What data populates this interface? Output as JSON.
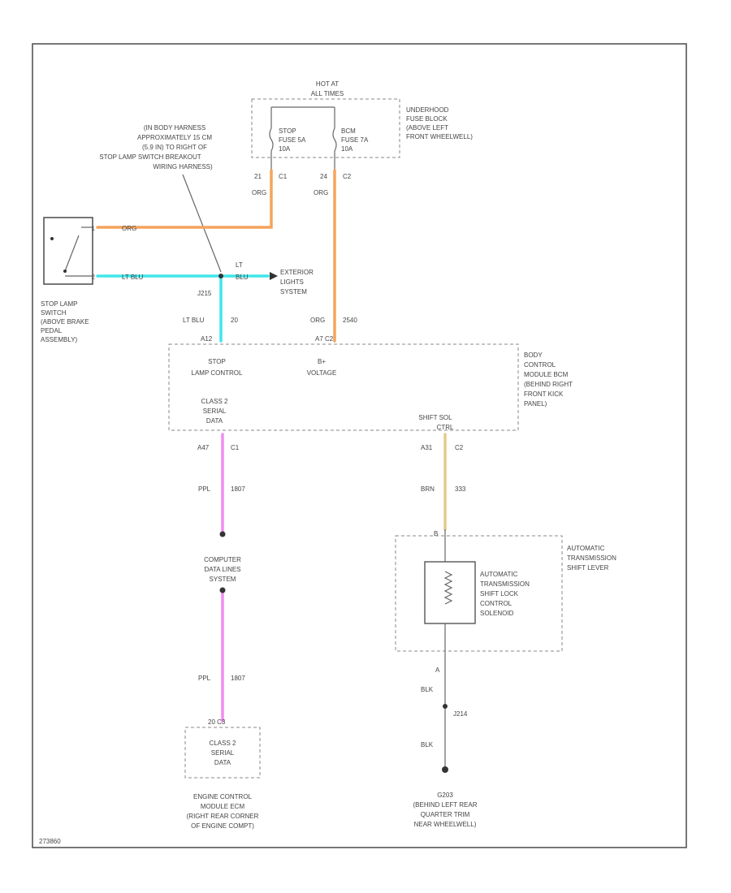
{
  "colors": {
    "orange_wire": "#f5a35c",
    "lt_blue_wire": "#3fe6ea",
    "purple_wire": "#f08cf0",
    "brown_wire": "#e2cc8c",
    "black_wire": "#555555"
  },
  "fuse_block": {
    "hot_at": "HOT AT",
    "all_times": "ALL TIMES",
    "name": [
      "UNDERHOOD",
      "FUSE BLOCK",
      "(ABOVE LEFT",
      "FRONT WHEELWELL)"
    ],
    "fuse1": [
      "STOP",
      "FUSE 5A",
      "10A"
    ],
    "fuse2": [
      "BCM",
      "FUSE 7A",
      "10A"
    ]
  },
  "splice_note": [
    "(IN BODY HARNESS",
    "APPROXIMATELY 15 CM",
    "(5.9 IN) TO RIGHT OF",
    "STOP LAMP SWITCH BREAKOUT",
    "WIRING HARNESS)"
  ],
  "stop_switch": {
    "name": [
      "STOP LAMP",
      "SWITCH",
      "(ABOVE BRAKE",
      "PEDAL",
      "ASSEMBLY)"
    ],
    "pin_top": "1",
    "pin_bottom": "2"
  },
  "wires": {
    "w1_circuit": "21",
    "w1_pin": "C1",
    "w1_color": "ORG",
    "w2_circuit": "24",
    "w2_pin": "C2",
    "w2_color": "ORG",
    "switch_org": "ORG",
    "switch_ltblu": "LT BLU",
    "lt_top": "LT",
    "lt_bottom": "BLU",
    "splice_id": "J215",
    "bcm_in_ltblu": "LT BLU",
    "bcm_in_ltblu_num": "20",
    "bcm_in_org": "ORG",
    "bcm_in_org_num": "2540",
    "pin_left": "A12",
    "pin_right": "A7 C2",
    "ppl": "PPL",
    "ppl_num": "1807",
    "a47_pin": "A47",
    "a47_conn": "C1",
    "a31_pin": "A31",
    "a31_conn": "C2",
    "brn": "BRN",
    "brn_num": "333",
    "ppl2": "PPL",
    "ppl2_num": "1807",
    "ecm_pin": "20 C3",
    "solenoid_pin_b": "B",
    "solenoid_pin_a": "A",
    "blk": "BLK",
    "blk2": "BLK",
    "ground_splice": "J214"
  },
  "exterior": [
    "EXTERIOR",
    "LIGHTS",
    "SYSTEM"
  ],
  "bcm": {
    "stop_lamp": [
      "STOP",
      "LAMP CONTROL"
    ],
    "b_plus": [
      "B+",
      "VOLTAGE"
    ],
    "class2": [
      "CLASS 2",
      "SERIAL",
      "DATA"
    ],
    "shift_sol": [
      "SHIFT SOL",
      "CTRL"
    ],
    "name": [
      "BODY",
      "CONTROL",
      "MODULE BCM",
      "(BEHIND RIGHT",
      "FRONT KICK",
      "PANEL)"
    ]
  },
  "computer_data": [
    "COMPUTER",
    "DATA LINES",
    "SYSTEM"
  ],
  "shift_lever": {
    "name": [
      "AUTOMATIC",
      "TRANSMISSION",
      "SHIFT LEVER"
    ],
    "solenoid": [
      "AUTOMATIC",
      "TRANSMISSION",
      "SHIFT LOCK",
      "CONTROL",
      "SOLENOID"
    ]
  },
  "ecm": {
    "inner": [
      "CLASS 2",
      "SERIAL",
      "DATA"
    ],
    "name": [
      "ENGINE CONTROL",
      "MODULE ECM",
      "(RIGHT REAR CORNER",
      "OF ENGINE COMPT)"
    ]
  },
  "ground": [
    "G203",
    "(BEHIND LEFT REAR",
    "QUARTER TRIM",
    "NEAR WHEELWELL)"
  ],
  "figure_id": "273860"
}
